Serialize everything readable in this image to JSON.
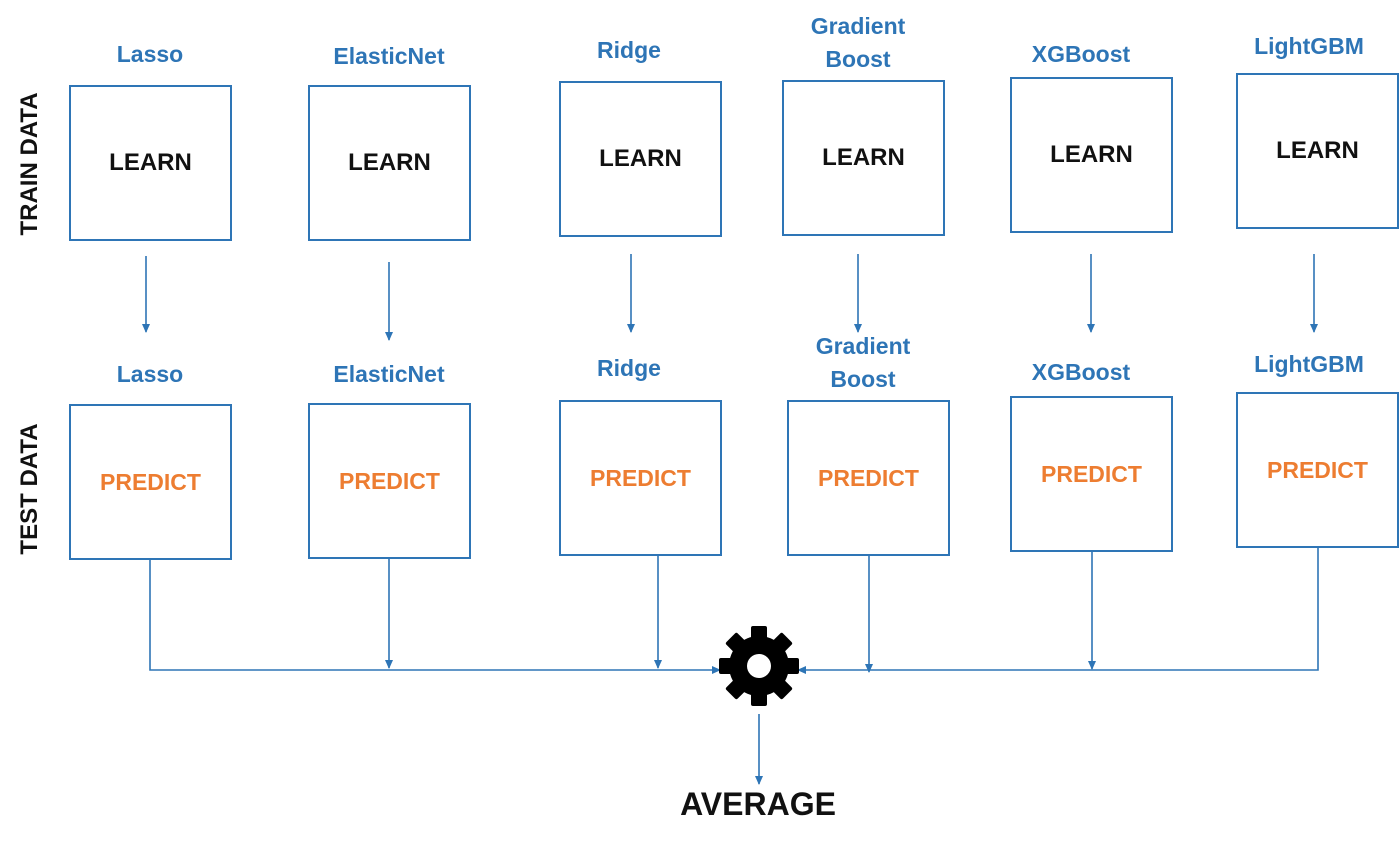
{
  "rows": {
    "train_label": "TRAIN DATA",
    "test_label": "TEST DATA"
  },
  "models": [
    {
      "top_label": [
        "Lasso"
      ],
      "bottom_label": [
        "Lasso"
      ],
      "learn": "LEARN",
      "predict": "PREDICT"
    },
    {
      "top_label": [
        "ElasticNet"
      ],
      "bottom_label": [
        "ElasticNet"
      ],
      "learn": "LEARN",
      "predict": "PREDICT"
    },
    {
      "top_label": [
        "Ridge"
      ],
      "bottom_label": [
        "Ridge"
      ],
      "learn": "LEARN",
      "predict": "PREDICT"
    },
    {
      "top_label": [
        "Gradient",
        "Boost"
      ],
      "bottom_label": [
        "Gradient",
        "Boost"
      ],
      "learn": "LEARN",
      "predict": "PREDICT"
    },
    {
      "top_label": [
        "XGBoost"
      ],
      "bottom_label": [
        "XGBoost"
      ],
      "learn": "LEARN",
      "predict": "PREDICT"
    },
    {
      "top_label": [
        "LightGBM"
      ],
      "bottom_label": [
        "LightGBM"
      ],
      "learn": "LEARN",
      "predict": "PREDICT"
    }
  ],
  "output": {
    "label": "AVERAGE",
    "icon": "gear-icon"
  },
  "colors": {
    "label": "#2E75B6",
    "predict": "#ED7D31",
    "line": "#2E75B6"
  }
}
